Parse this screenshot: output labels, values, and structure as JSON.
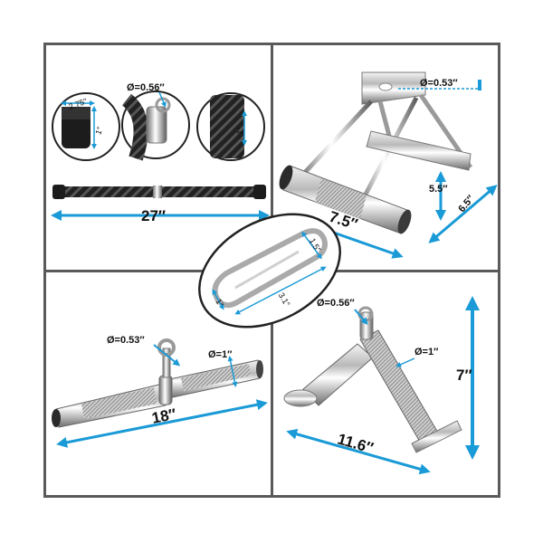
{
  "accent_color": "#1a9ad6",
  "frame_color": "#5a5a5a",
  "rope": {
    "diameter_ring": "Ø=0.56″",
    "cap_width": "2.75″",
    "cap_height": "1″",
    "rope_diameter": "1″",
    "length": "27″"
  },
  "stirrup": {
    "hole_diameter": "Ø=0.53″",
    "width": "7.5″",
    "height": "5.5″",
    "depth": "6.5″"
  },
  "carabiner": {
    "width": "1.5″",
    "length": "3.1″",
    "side": "1″"
  },
  "rotating_bar": {
    "ring_diameter": "Ø=0.53″",
    "bar_diameter": "Ø=1″",
    "length": "18″"
  },
  "v_bar": {
    "ring_diameter": "Ø=0.56″",
    "grip_diameter": "Ø=1″",
    "height": "7″",
    "length": "11.6″"
  }
}
